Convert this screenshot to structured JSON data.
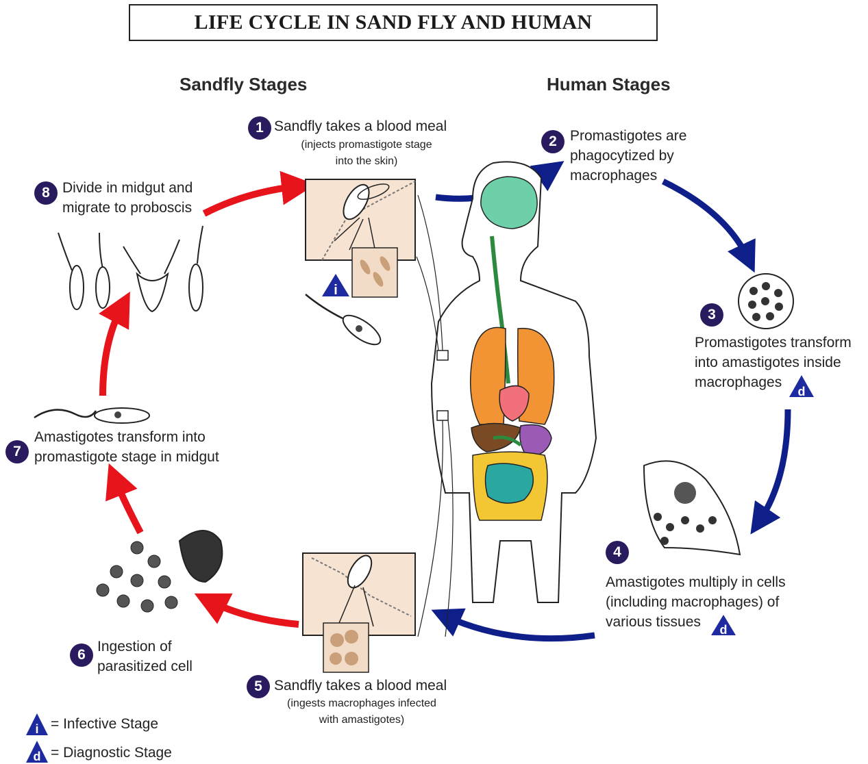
{
  "title": "LIFE CYCLE IN SAND FLY AND HUMAN",
  "headers": {
    "sandfly": "Sandfly Stages",
    "human": "Human Stages"
  },
  "steps": [
    {
      "num": "1",
      "lines": [
        "Sandfly takes a blood meal"
      ],
      "sub": [
        "(injects promastigote stage",
        "into the skin)"
      ]
    },
    {
      "num": "2",
      "lines": [
        "Promastigotes are",
        "phagocytized by",
        "macrophages"
      ]
    },
    {
      "num": "3",
      "lines": [
        "Promastigotes transform",
        "into amastigotes inside",
        "macrophages"
      ]
    },
    {
      "num": "4",
      "lines": [
        "Amastigotes multiply in cells",
        "(including macrophages) of",
        "various tissues"
      ]
    },
    {
      "num": "5",
      "lines": [
        "Sandfly takes a blood meal"
      ],
      "sub": [
        "(ingests macrophages infected",
        "with amastigotes)"
      ]
    },
    {
      "num": "6",
      "lines": [
        "Ingestion of",
        "parasitized cell"
      ]
    },
    {
      "num": "7",
      "lines": [
        "Amastigotes transform into",
        "promastigote stage in midgut"
      ]
    },
    {
      "num": "8",
      "lines": [
        "Divide in midgut and",
        "migrate to proboscis"
      ]
    }
  ],
  "legend": [
    {
      "symbol": "i",
      "text": "= Infective Stage"
    },
    {
      "symbol": "d",
      "text": "= Diagnostic Stage"
    }
  ],
  "colors": {
    "human_arrow": "#0f1f8a",
    "sandfly_arrow": "#e8141b",
    "step_badge": "#2a1a5e",
    "skin": "#f6e3d2"
  }
}
